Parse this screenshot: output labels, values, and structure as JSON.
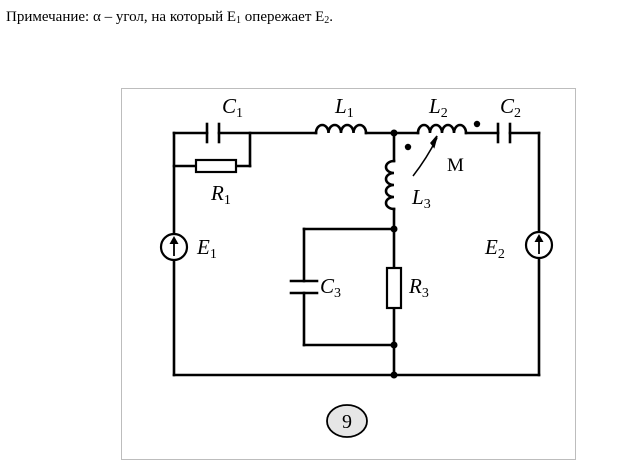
{
  "note": {
    "prefix": "Примечание: α – угол, на который E",
    "sub1": "1",
    "middle": " опережает E",
    "sub2": "2",
    "suffix": "."
  },
  "labels": {
    "C1": {
      "letter": "C",
      "index": "1"
    },
    "R1": {
      "letter": "R",
      "index": "1"
    },
    "L1": {
      "letter": "L",
      "index": "1"
    },
    "L2": {
      "letter": "L",
      "index": "2"
    },
    "C2": {
      "letter": "C",
      "index": "2"
    },
    "M": "M",
    "L3": {
      "letter": "L",
      "index": "3"
    },
    "E1": {
      "letter": "E",
      "index": "1"
    },
    "E2": {
      "letter": "E",
      "index": "2"
    },
    "C3": {
      "letter": "C",
      "index": "3"
    },
    "R3": {
      "letter": "R",
      "index": "3"
    }
  },
  "variant_number": "9"
}
